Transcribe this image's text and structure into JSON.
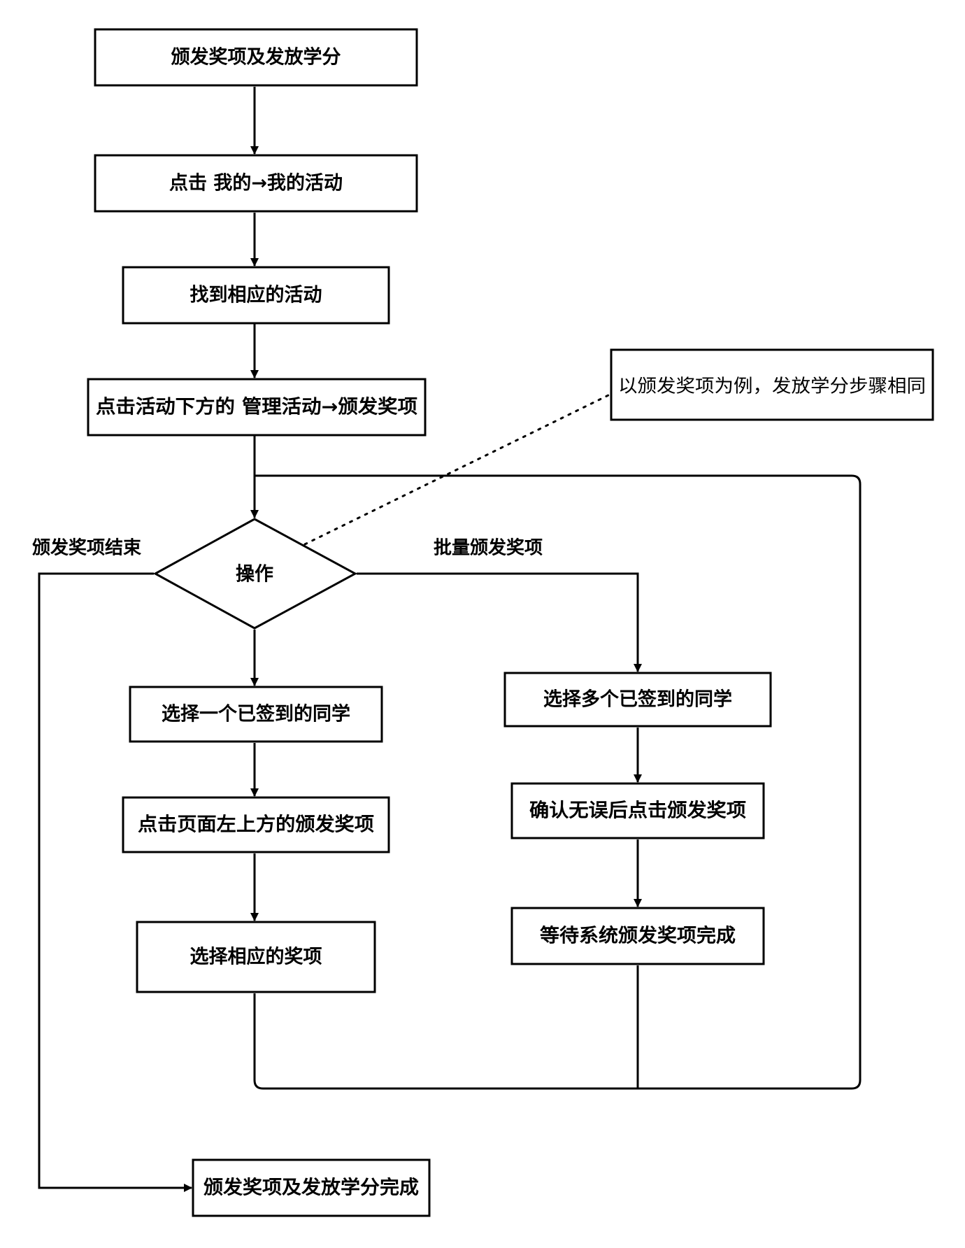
{
  "nodes": {
    "start": "颁发奖项及发放学分",
    "click_my": "点击 我的→我的活动",
    "find_activity": "找到相应的活动",
    "manage": "点击活动下方的  管理活动→颁发奖项",
    "decision": "操作",
    "select_one": "选择一个已签到的同学",
    "click_award": "点击页面左上方的颁发奖项",
    "select_award": "选择相应的奖项",
    "select_many": "选择多个已签到的同学",
    "confirm": "确认无误后点击颁发奖项",
    "wait": "等待系统颁发奖项完成",
    "done": "颁发奖项及发放学分完成"
  },
  "edge_labels": {
    "end_branch": "颁发奖项结束",
    "batch_branch": "批量颁发奖项"
  },
  "note": "以颁发奖项为例，发放学分步骤相同"
}
